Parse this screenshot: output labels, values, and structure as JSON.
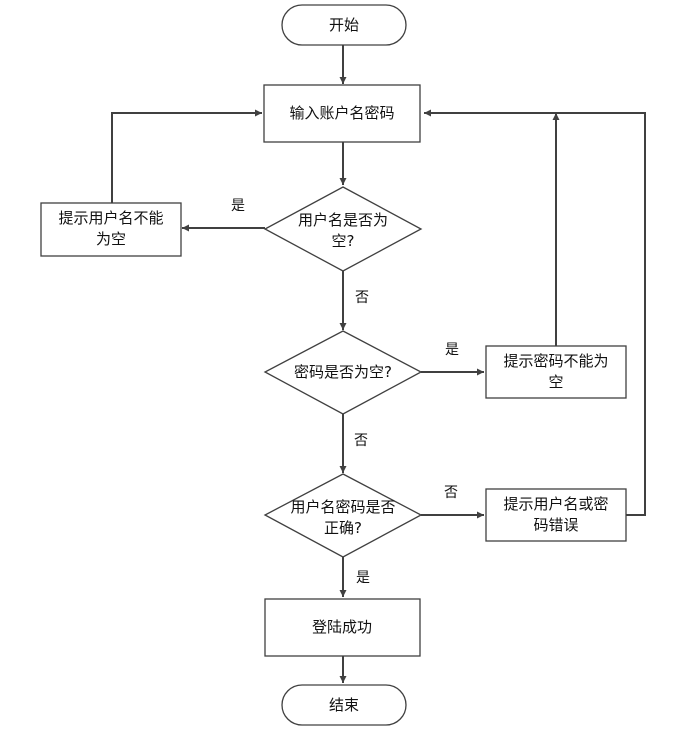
{
  "nodes": {
    "start": "开始",
    "input": "输入账户名密码",
    "check_user_empty": [
      "用户名是否为",
      "空?"
    ],
    "user_empty_msg": [
      "提示用户名不能",
      "为空"
    ],
    "check_pass_empty": "密码是否为空?",
    "pass_empty_msg": [
      "提示密码不能为",
      "空"
    ],
    "check_correct": [
      "用户名密码是否",
      "正确?"
    ],
    "error_msg": [
      "提示用户名或密",
      "码错误"
    ],
    "success": "登陆成功",
    "end": "结束"
  },
  "edge_labels": {
    "user_empty_yes": "是",
    "user_empty_no": "否",
    "pass_empty_yes": "是",
    "pass_empty_no": "否",
    "correct_no": "否",
    "correct_yes": "是"
  },
  "colors": {
    "stroke": "#404040",
    "fill": "#ffffff",
    "text": "#111111"
  }
}
